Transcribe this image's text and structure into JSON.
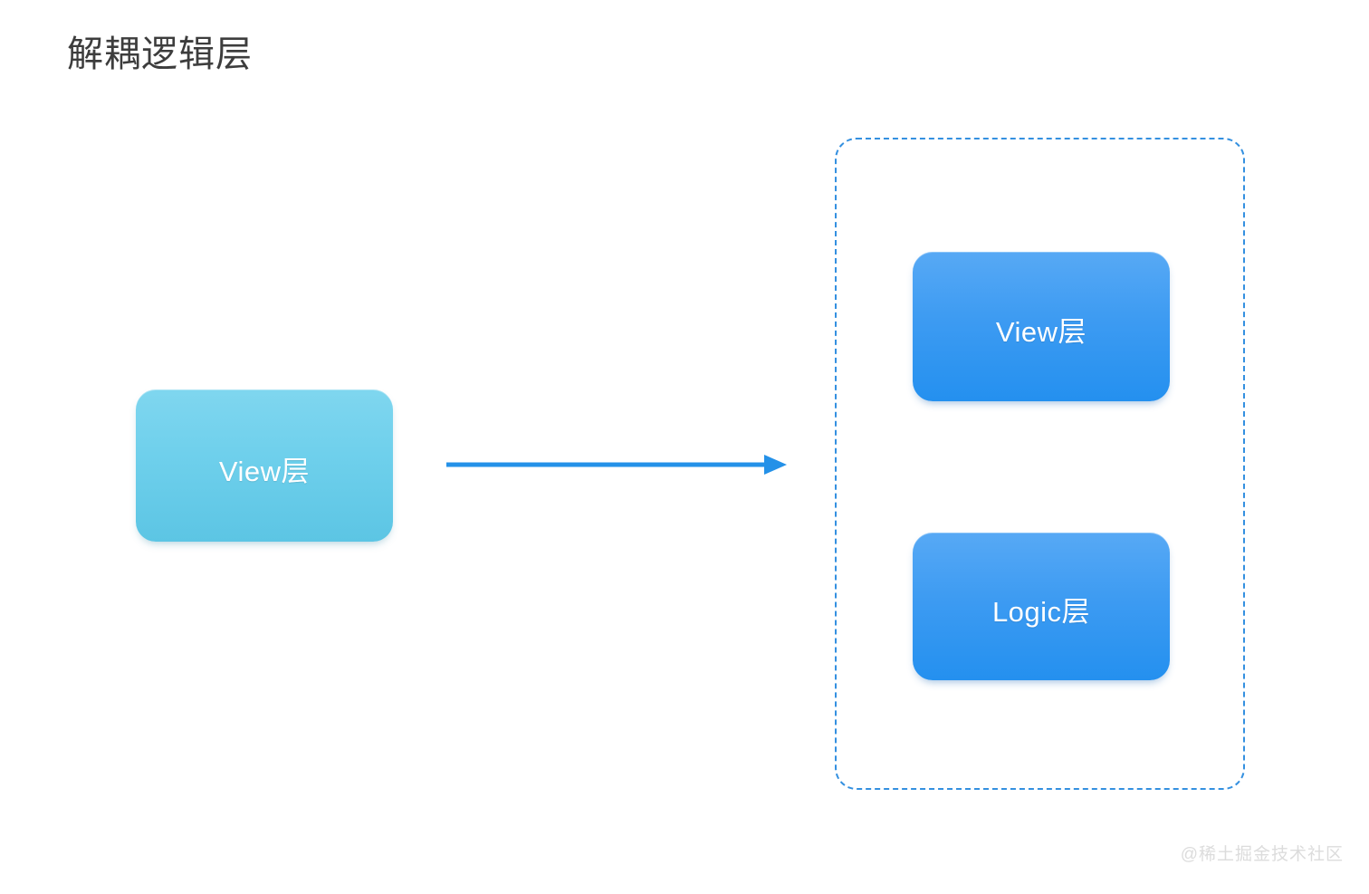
{
  "page": {
    "title": "解耦逻辑层",
    "background_color": "#ffffff"
  },
  "diagram": {
    "type": "flow",
    "before": {
      "node": {
        "label": "View层",
        "fill_color": "#6fd0ec",
        "text_color": "#ffffff",
        "shape": "rounded-rectangle"
      }
    },
    "connector": {
      "kind": "arrow",
      "direction": "left-to-right",
      "color": "#2491e8",
      "label": ""
    },
    "after": {
      "group": {
        "label": "",
        "border_style": "dashed",
        "border_color": "#3490e0"
      },
      "nodes": [
        {
          "label": "View层",
          "fill_color": "#3d9bf2",
          "text_color": "#ffffff",
          "shape": "rounded-rectangle"
        },
        {
          "label": "Logic层",
          "fill_color": "#3d9bf2",
          "text_color": "#ffffff",
          "shape": "rounded-rectangle"
        }
      ]
    }
  },
  "watermark": {
    "text": "@稀土掘金技术社区",
    "color": "#dcdcdc"
  }
}
